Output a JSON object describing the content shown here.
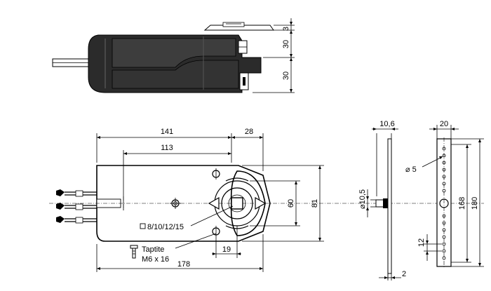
{
  "dimensions": {
    "top_view": {
      "d_3": "3",
      "d_30_a": "30",
      "d_30_b": "30"
    },
    "front_view": {
      "d_141": "141",
      "d_28": "28",
      "d_113": "113",
      "d_60": "60",
      "d_81": "81",
      "d_19": "19",
      "d_178": "178"
    },
    "side_view": {
      "d_10_6": "10,6",
      "d_10_5": "⌀10,5",
      "d_12": "12",
      "d_2": "2"
    },
    "rail_view": {
      "d_20": "20",
      "d_5": "⌀ 5",
      "d_168": "168",
      "d_180": "180"
    }
  },
  "labels": {
    "shaft_sizes": "8/10/12/15",
    "screw_line1": "Taptite",
    "screw_line2": "M6 x 16"
  }
}
